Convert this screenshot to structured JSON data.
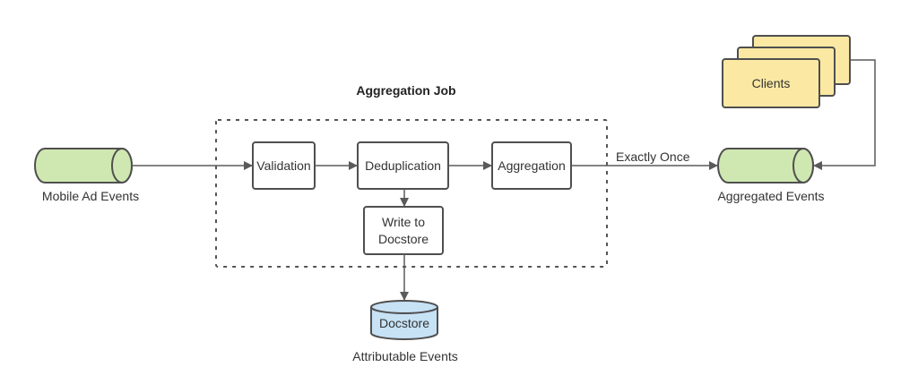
{
  "job": {
    "title": "Aggregation Job"
  },
  "nodes": {
    "validation": "Validation",
    "deduplication": "Deduplication",
    "aggregation": "Aggregation",
    "write_docstore": "Write to\nDocstore",
    "clients": "Clients",
    "docstore": "Docstore"
  },
  "labels": {
    "mobile_ad_events": "Mobile Ad Events",
    "aggregated_events": "Aggregated Events",
    "attributable_events": "Attributable Events",
    "exactly_once": "Exactly Once"
  },
  "colors": {
    "stream_fill": "#cfe8b1",
    "stream_stroke": "#4f4f4f",
    "clients_fill": "#fbe9a3",
    "docstore_fill": "#c7e1f5",
    "line": "#5a5a5a"
  }
}
